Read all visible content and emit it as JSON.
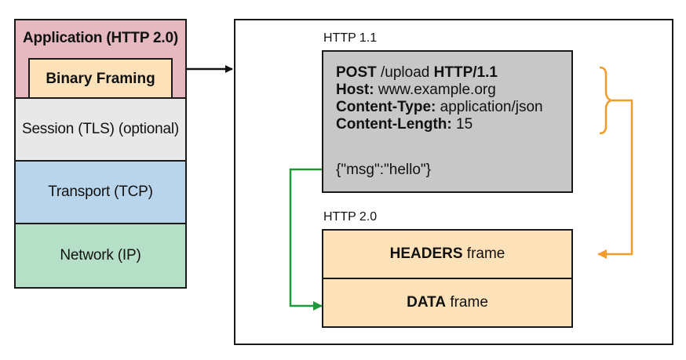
{
  "stack": {
    "application": "Application (HTTP 2.0)",
    "binary_framing": "Binary Framing",
    "session": "Session (TLS) (optional)",
    "transport": "Transport (TCP)",
    "network": "Network (IP)"
  },
  "http11": {
    "caption": "HTTP 1.1",
    "request_method": "POST",
    "request_path": " /upload ",
    "request_version": "HTTP/1.1",
    "host_key": "Host:",
    "host_value": " www.example.org",
    "ctype_key": "Content-Type:",
    "ctype_value": " application/json",
    "clen_key": "Content-Length:",
    "clen_value": " 15",
    "body": "{\"msg\":\"hello\"}"
  },
  "http20": {
    "caption": "HTTP 2.0",
    "headers_bold": "HEADERS",
    "headers_rest": " frame",
    "data_bold": "DATA",
    "data_rest": " frame"
  },
  "colors": {
    "application": "#e6b8bf",
    "binary_framing": "#fde1b8",
    "session": "#e8e8e8",
    "transport": "#b8d5ec",
    "network": "#b5dfc7",
    "http11_box": "#c7c7c7",
    "frames": "#fde1b8",
    "headers_arrow": "#f39c2a",
    "data_arrow": "#1f9a3a"
  }
}
